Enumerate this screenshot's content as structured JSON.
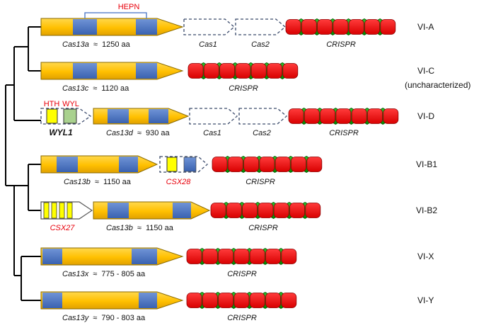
{
  "colors": {
    "gene_fill": "#FFC000",
    "domain_fill": "#4472C4",
    "repeat_fill": "#E8000B",
    "spacer_fill": "#00A000",
    "accent_text": "#E8000B",
    "dashed_outline": "#3A4A6B",
    "small_domain_yellow": "#FFFF00",
    "small_domain_green": "#A9D18E"
  },
  "rows": [
    {
      "type_label": "VI-A",
      "type_note": "",
      "top_labels": [
        "HEPN"
      ],
      "labels": [
        {
          "gene": "Cas13a",
          "approx": "≈",
          "size": "1250 aa"
        },
        {
          "gene": "Cas1"
        },
        {
          "gene": "Cas2"
        },
        {
          "gene": "CRISPR"
        }
      ]
    },
    {
      "type_label": "VI-C",
      "type_note": "(uncharacterized)",
      "labels": [
        {
          "gene": "Cas13c",
          "approx": "≈",
          "size": "1120 aa"
        },
        {
          "gene": "CRISPR"
        }
      ]
    },
    {
      "type_label": "VI-D",
      "type_note": "",
      "top_labels": [
        "HTH",
        "WYL"
      ],
      "labels": [
        {
          "gene": "WYL1"
        },
        {
          "gene": "Cas13d",
          "approx": "≈",
          "size": "930 aa"
        },
        {
          "gene": "Cas1"
        },
        {
          "gene": "Cas2"
        },
        {
          "gene": "CRISPR"
        }
      ]
    },
    {
      "type_label": "VI-B1",
      "type_note": "",
      "labels": [
        {
          "gene": "Cas13b",
          "approx": "≈",
          "size": "1150 aa"
        },
        {
          "gene": "CSX28"
        },
        {
          "gene": "CRISPR"
        }
      ]
    },
    {
      "type_label": "VI-B2",
      "type_note": "",
      "labels": [
        {
          "gene": "CSX27"
        },
        {
          "gene": "Cas13b",
          "approx": "≈",
          "size": "1150 aa"
        },
        {
          "gene": "CRISPR"
        }
      ]
    },
    {
      "type_label": "VI-X",
      "type_note": "",
      "labels": [
        {
          "gene": "Cas13x",
          "approx": "≈",
          "size": "775 -  805 aa"
        },
        {
          "gene": "CRISPR"
        }
      ]
    },
    {
      "type_label": "VI-Y",
      "type_note": "",
      "labels": [
        {
          "gene": "Cas13y",
          "approx": "≈",
          "size": "790 - 803 aa"
        },
        {
          "gene": "CRISPR"
        }
      ]
    }
  ]
}
